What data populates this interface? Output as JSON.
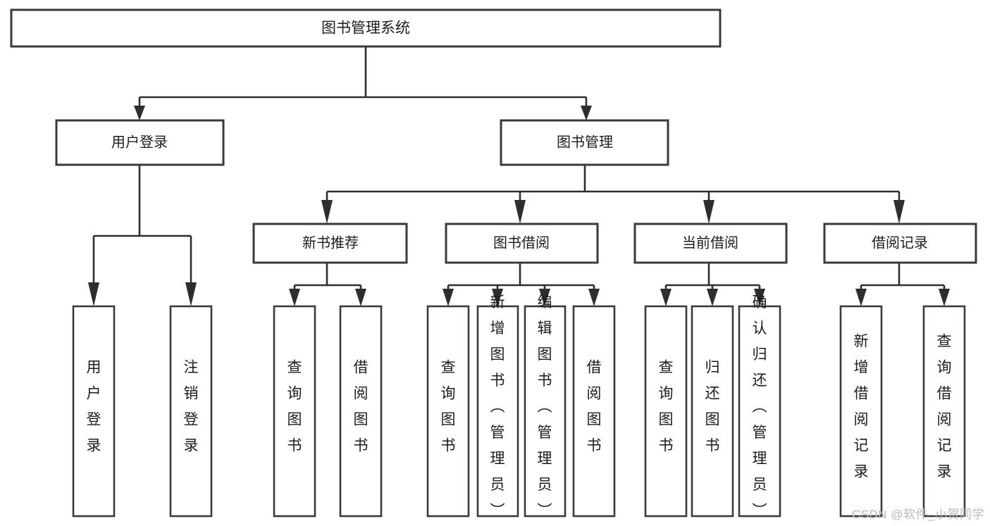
{
  "diagram": {
    "type": "tree-hierarchy-flowchart",
    "title": "图书管理系统",
    "root": {
      "id": "root",
      "label": "图书管理系统",
      "orientation": "horizontal"
    },
    "level1": [
      {
        "id": "user-login",
        "label": "用户登录",
        "orientation": "horizontal"
      },
      {
        "id": "book-manage",
        "label": "图书管理",
        "orientation": "horizontal"
      }
    ],
    "level2": [
      {
        "id": "new-book-recommend",
        "label": "新书推荐",
        "orientation": "horizontal",
        "parent": "book-manage"
      },
      {
        "id": "book-borrow",
        "label": "图书借阅",
        "orientation": "horizontal",
        "parent": "book-manage"
      },
      {
        "id": "current-borrow",
        "label": "当前借阅",
        "orientation": "horizontal",
        "parent": "book-manage"
      },
      {
        "id": "borrow-record",
        "label": "借阅记录",
        "orientation": "horizontal",
        "parent": "book-manage"
      }
    ],
    "leaves": [
      {
        "id": "leaf-user-login",
        "label": "用户登录",
        "orientation": "vertical",
        "parent": "user-login"
      },
      {
        "id": "leaf-user-logout",
        "label": "注销登录",
        "orientation": "vertical",
        "parent": "user-login"
      },
      {
        "id": "leaf-query-book-1",
        "label": "查询图书",
        "orientation": "vertical",
        "parent": "new-book-recommend"
      },
      {
        "id": "leaf-borrow-book-1",
        "label": "借阅图书",
        "orientation": "vertical",
        "parent": "new-book-recommend"
      },
      {
        "id": "leaf-query-book-2",
        "label": "查询图书",
        "orientation": "vertical",
        "parent": "book-borrow"
      },
      {
        "id": "leaf-add-book",
        "label": "新增图书（管理员）",
        "orientation": "vertical",
        "parent": "book-borrow"
      },
      {
        "id": "leaf-edit-book",
        "label": "编辑图书（管理员）",
        "orientation": "vertical",
        "parent": "book-borrow"
      },
      {
        "id": "leaf-borrow-book-2",
        "label": "借阅图书",
        "orientation": "vertical",
        "parent": "book-borrow"
      },
      {
        "id": "leaf-query-book-3",
        "label": "查询图书",
        "orientation": "vertical",
        "parent": "current-borrow"
      },
      {
        "id": "leaf-return-book",
        "label": "归还图书",
        "orientation": "vertical",
        "parent": "current-borrow"
      },
      {
        "id": "leaf-confirm-return",
        "label": "确认归还（管理员）",
        "orientation": "vertical",
        "parent": "current-borrow"
      },
      {
        "id": "leaf-add-record",
        "label": "新增借阅记录",
        "orientation": "vertical",
        "parent": "borrow-record"
      },
      {
        "id": "leaf-query-record",
        "label": "查询借阅记录",
        "orientation": "vertical",
        "parent": "borrow-record"
      }
    ],
    "colors": {
      "box_stroke": "#3a3a3a",
      "box_fill": "#ffffff",
      "connector": "#2e2e2e",
      "text": "#1c1c1c",
      "background": "#ffffff",
      "watermark": "#b9b9b9"
    }
  },
  "watermark": {
    "text": "CSDN @软件_小贺同学"
  }
}
